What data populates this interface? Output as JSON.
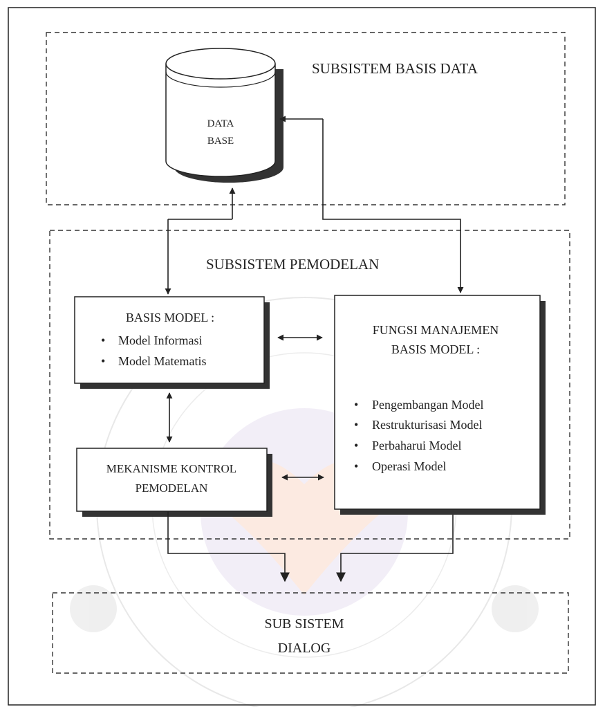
{
  "subsystems": {
    "database": {
      "title": "SUBSISTEM BASIS DATA",
      "cylinder_line1": "DATA",
      "cylinder_line2": "BASE"
    },
    "modeling": {
      "title": "SUBSISTEM PEMODELAN",
      "basis_model": {
        "title": "BASIS MODEL :",
        "items": [
          "Model Informasi",
          "Model Matematis"
        ]
      },
      "control": {
        "line1": "MEKANISME KONTROL",
        "line2": "PEMODELAN"
      },
      "management": {
        "title_line1": "FUNGSI MANAJEMEN",
        "title_line2": "BASIS MODEL :",
        "items": [
          "Pengembangan Model",
          "Restrukturisasi Model",
          "Perbaharui Model",
          "Operasi Model"
        ]
      }
    },
    "dialog": {
      "line1": "SUB SISTEM",
      "line2": "DIALOG"
    }
  },
  "bullet": "•",
  "colors": {
    "line": "#222222",
    "watermark_orange": "#f4a27a",
    "watermark_purple": "#c9b6dd",
    "watermark_gray": "#bbbbbb"
  }
}
